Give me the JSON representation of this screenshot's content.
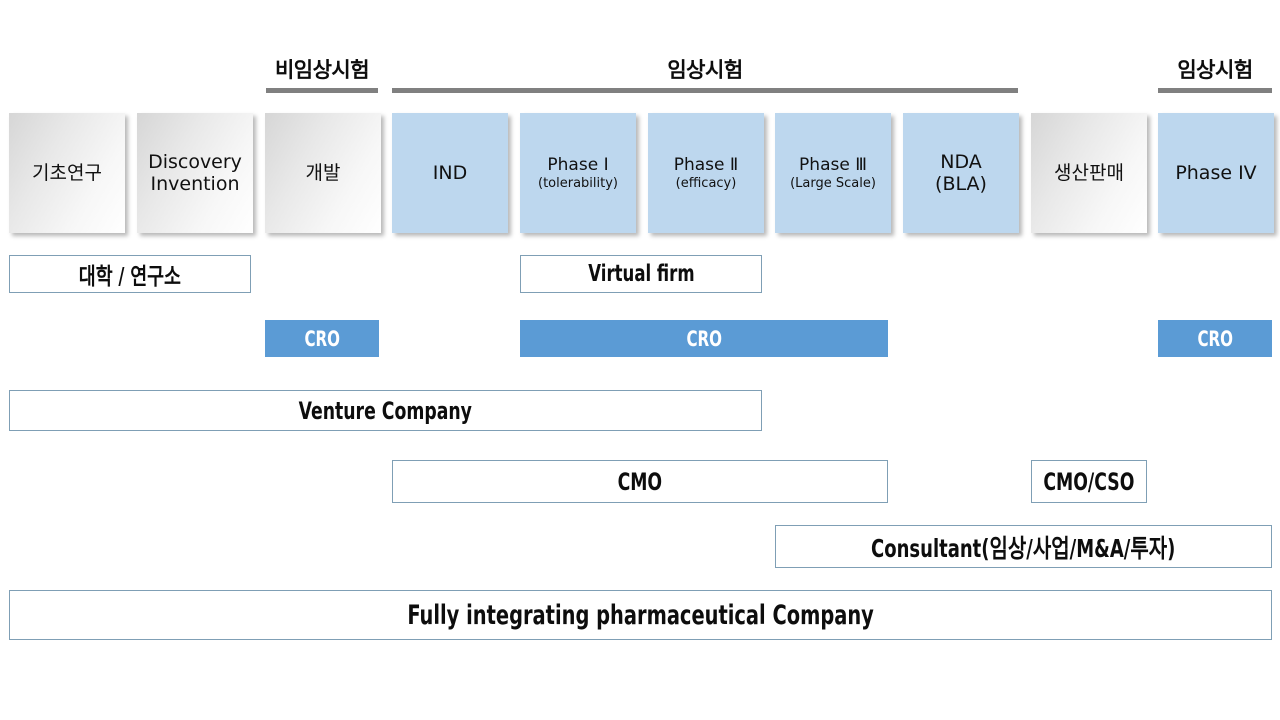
{
  "diagram": {
    "title": "Drug development value chain",
    "colors": {
      "stage_blue": "#BDD7EE",
      "bar_blue": "#5B9BD5",
      "rule_gray": "#808080",
      "outline_border": "#7F9FB5"
    }
  },
  "phase_headers": [
    {
      "label": "비임상시험",
      "rule": true
    },
    {
      "label": "임상시험",
      "rule": true
    },
    {
      "label": "임상시험",
      "rule": true
    }
  ],
  "stages": [
    {
      "name": "기초연구",
      "sub": "",
      "kind": "gray"
    },
    {
      "name": "Discovery\nInvention",
      "sub": "",
      "kind": "gray"
    },
    {
      "name": "개발",
      "sub": "",
      "kind": "gray"
    },
    {
      "name": "IND",
      "sub": "",
      "kind": "blue"
    },
    {
      "name": "Phase Ⅰ",
      "sub": "(tolerability)",
      "kind": "blue"
    },
    {
      "name": "Phase Ⅱ",
      "sub": "(efficacy)",
      "kind": "blue"
    },
    {
      "name": "Phase Ⅲ",
      "sub": "(Large Scale)",
      "kind": "blue"
    },
    {
      "name": "NDA\n(BLA)",
      "sub": "",
      "kind": "blue"
    },
    {
      "name": "생산판매",
      "sub": "",
      "kind": "gray"
    },
    {
      "name": "Phase IV",
      "sub": "",
      "kind": "blue"
    }
  ],
  "players": {
    "row_university": {
      "label": "대학 / 연구소"
    },
    "row_virtual": {
      "label": "Virtual firm"
    },
    "row_cro_1": {
      "label": "CRO"
    },
    "row_cro_2": {
      "label": "CRO"
    },
    "row_cro_3": {
      "label": "CRO"
    },
    "row_venture": {
      "label": "Venture Company"
    },
    "row_cmo": {
      "label": "CMO"
    },
    "row_cmo_cso": {
      "label": "CMO/CSO"
    },
    "row_consultant": {
      "label": "Consultant(임상/사업/M&A/투자)"
    },
    "row_fully": {
      "label": "Fully integrating pharmaceutical Company"
    }
  }
}
